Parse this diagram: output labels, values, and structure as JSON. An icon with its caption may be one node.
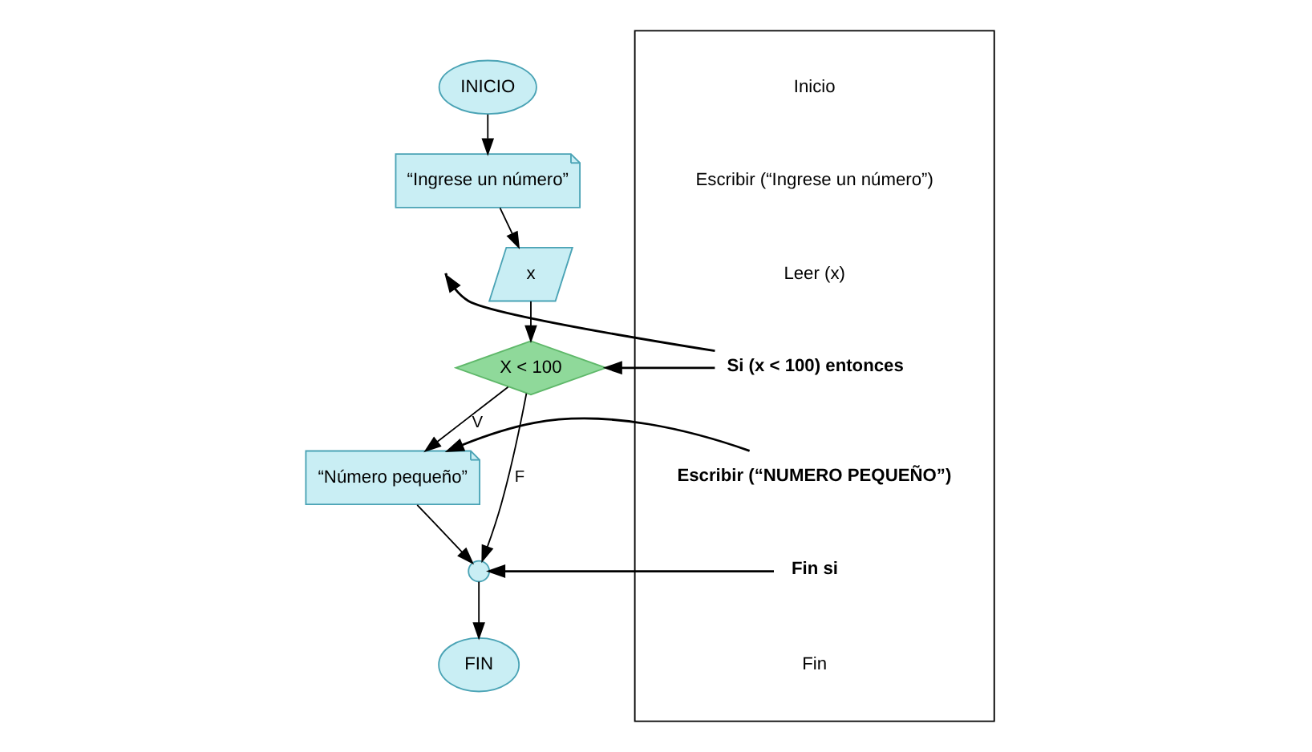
{
  "diagram": {
    "nodes": [
      {
        "text": [
          "INICIO"
        ]
      },
      {
        "text": [
          "“Ingrese un número”"
        ]
      },
      {
        "text": [
          "x"
        ]
      },
      {
        "text": [
          "X < 100"
        ]
      },
      {
        "text": [
          "“Número pequeño”"
        ]
      },
      {
        "text": [],
        "shape": "circle"
      },
      {
        "text": [
          "FIN"
        ]
      },
      {
        "text": [],
        "shape": "box"
      },
      {
        "text": [
          "Inicio"
        ],
        "in": 7
      },
      {
        "text": [
          "Escribir (“Ingrese un número”)"
        ],
        "in": 7
      },
      {
        "text": [
          "Leer (x)"
        ],
        "in": 7
      },
      {
        "text": [
          "Si (x < 100) entonces"
        ],
        "in": 7
      },
      {
        "text": [
          "Escribir (“NUMERO PEQUEÑO”)"
        ],
        "in": 7
      },
      {
        "text": [
          "Fin si"
        ],
        "in": 7
      },
      {
        "text": [
          "Fin"
        ],
        "in": 7
      }
    ],
    "edges": [
      {
        "from": 0,
        "to": 1,
        "arrow": "to"
      },
      {
        "from": 1,
        "to": 2,
        "arrow": "to"
      },
      {
        "from": 2,
        "to": 3,
        "arrow": "to"
      },
      {
        "from": 3,
        "to": 4,
        "arrow": "to",
        "label": "V"
      },
      {
        "from": 3,
        "to": 5,
        "arrow": "to",
        "label": "F"
      },
      {
        "from": 4,
        "to": 5,
        "arrow": "to"
      },
      {
        "from": 5,
        "to": 6,
        "arrow": "to"
      },
      {
        "from": 11,
        "to": 3,
        "arrow": "to"
      },
      {
        "from": 11,
        "to": null,
        "arrow": "to"
      },
      {
        "from": 12,
        "to": 4,
        "arrow": "to"
      },
      {
        "from": 13,
        "to": 5,
        "arrow": "to"
      }
    ]
  }
}
